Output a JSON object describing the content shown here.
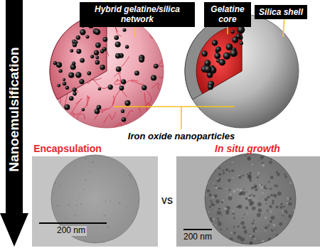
{
  "diagram": {
    "nodes": [
      {
        "text": [
          "Nanoemulsification"
        ]
      },
      {
        "text": [
          "Hybrid gelatine/silica network"
        ]
      },
      {
        "text": [
          "Gelatine core"
        ]
      },
      {
        "text": [
          "Silica shell"
        ]
      }
    ],
    "labels": [
      "Iron oxide nanoparticles",
      "Encapsulation",
      "VS",
      "In situ growth",
      "200 nm",
      "200 nm"
    ]
  }
}
